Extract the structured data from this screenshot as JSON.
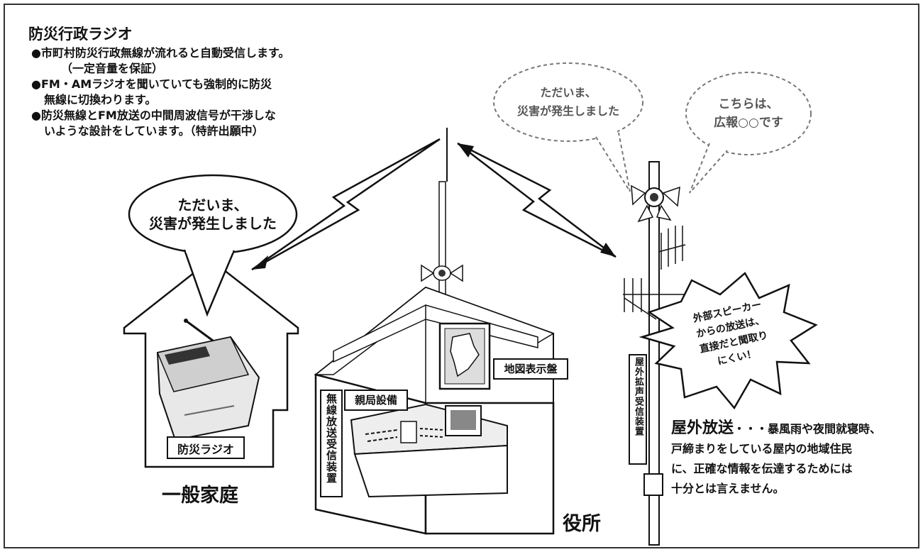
{
  "header": {
    "title": "防災行政ラジオ",
    "lines": [
      "●市町村防災行政無線が流れると自動受信します。",
      "（一定音量を保証）",
      "●FM・AMラジオを聞いていても強制的に防災",
      "無線に切換わります。",
      "●防災無線とFM放送の中間周波信号が干渉しな",
      "いような設計をしています。（特許出願中）"
    ]
  },
  "bubbles": {
    "home": [
      "ただいま、",
      "災害が発生しました"
    ],
    "outdoor_left": [
      "ただいま、",
      "災害が発生しました"
    ],
    "outdoor_right": [
      "こちらは、",
      "広報○○です"
    ],
    "burst": [
      "外部スピーカー",
      "からの放送は、",
      "直接だと聞取り",
      "にくい！"
    ]
  },
  "labels": {
    "radio": "防災ラジオ",
    "home": "一般家庭",
    "map_board": "地図表示盤",
    "parent_station": "親局設備",
    "wireless_receiver": "無線放送受信装置",
    "office": "役所",
    "outdoor_receiver": "屋外拡声受信装置"
  },
  "outdoor_note": {
    "head": "屋外放送",
    "line1_rest": "・・・暴風雨や夜間就寝時、",
    "line2": "戸締まりをしている屋内の地域住民",
    "line3": "に、正確な情報を伝達するためには",
    "line4": "十分とは言えません。"
  }
}
